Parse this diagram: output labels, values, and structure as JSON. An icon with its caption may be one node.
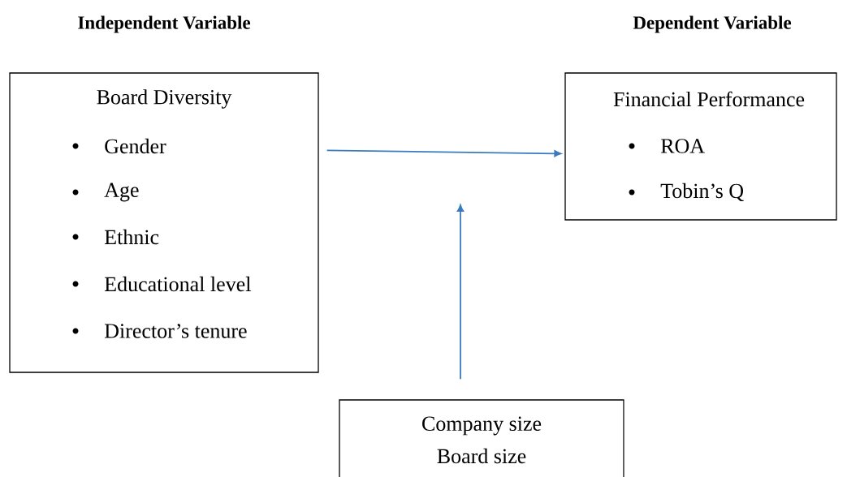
{
  "diagram": {
    "nodes": [
      {
        "text": [
          "Board Diversity",
          "Gender",
          "Age",
          "Ethnic",
          "Educational level",
          "Director’s tenure"
        ]
      },
      {
        "text": [
          "Financial Performance",
          "ROA",
          "Tobin’s Q"
        ]
      },
      {
        "text": [
          "Company size",
          "Board size"
        ]
      }
    ],
    "edges": [
      {
        "from": 0,
        "to": 1,
        "arrow": "to"
      },
      {
        "from": 2,
        "to": null,
        "arrow": "to"
      }
    ],
    "labels": [
      "Independent Variable",
      "Dependent Variable"
    ]
  }
}
